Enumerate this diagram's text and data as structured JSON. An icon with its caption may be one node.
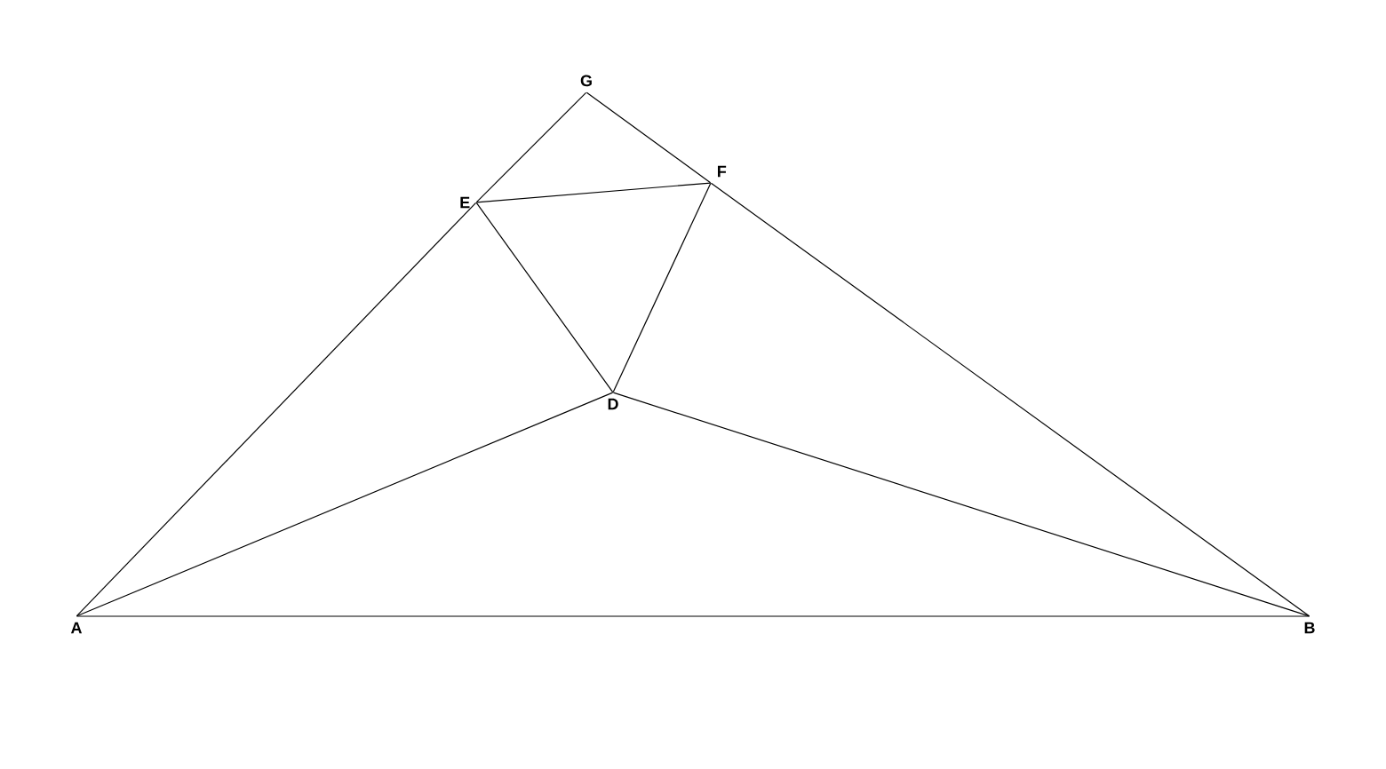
{
  "diagram": {
    "nodes": [
      {
        "text": [
          "A"
        ]
      },
      {
        "text": [
          "B"
        ]
      },
      {
        "text": [
          "D"
        ]
      },
      {
        "text": [
          "E"
        ]
      },
      {
        "text": [
          "F"
        ]
      },
      {
        "text": [
          "G"
        ]
      }
    ],
    "edges": [
      {
        "from": 0,
        "to": 1,
        "arrow": "none"
      },
      {
        "from": 0,
        "to": 3,
        "arrow": "none"
      },
      {
        "from": 3,
        "to": 5,
        "arrow": "none"
      },
      {
        "from": 5,
        "to": 4,
        "arrow": "none"
      },
      {
        "from": 4,
        "to": 1,
        "arrow": "none"
      },
      {
        "from": 3,
        "to": 4,
        "arrow": "none"
      },
      {
        "from": 3,
        "to": 2,
        "arrow": "none"
      },
      {
        "from": 4,
        "to": 2,
        "arrow": "none"
      },
      {
        "from": 0,
        "to": 2,
        "arrow": "none"
      },
      {
        "from": 2,
        "to": 1,
        "arrow": "none"
      }
    ]
  }
}
